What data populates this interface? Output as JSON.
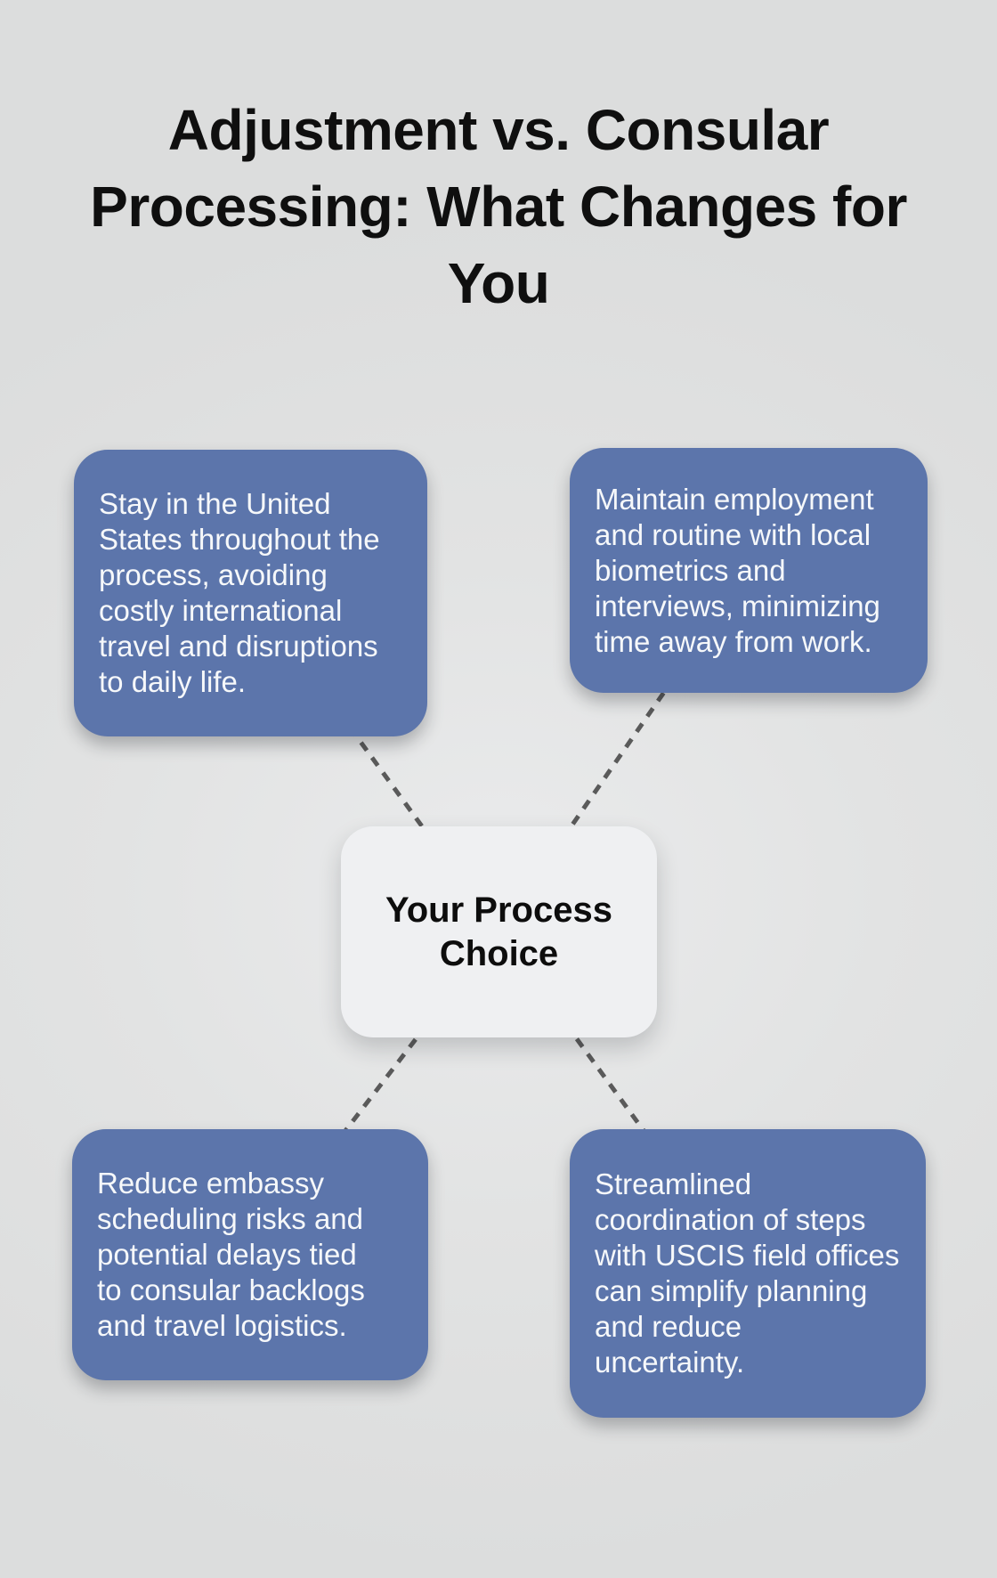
{
  "title": {
    "text": "Adjustment vs. Consular Processing: What Changes for You",
    "lines": [
      "Adjustment vs. Consular",
      "Processing: What Changes for",
      "You"
    ]
  },
  "center_node": {
    "text": "Your Process Choice",
    "lines": [
      "Your Process",
      "Choice"
    ]
  },
  "cards": {
    "top_left": {
      "text": "Stay in the United States throughout the process, avoiding costly international travel and disruptions to daily life.",
      "lines": [
        "Stay in the United",
        "States throughout the",
        "process, avoiding",
        "costly international",
        "travel and disruptions",
        "to daily life."
      ]
    },
    "top_right": {
      "text": "Maintain employment and routine with local biometrics and interviews, minimizing time away from work.",
      "lines": [
        "Maintain employment",
        "and routine with local",
        "biometrics and",
        "interviews, minimizing",
        "time away from work."
      ]
    },
    "bottom_left": {
      "text": "Reduce embassy scheduling risks and potential delays tied to consular backlogs and travel logistics.",
      "lines": [
        "Reduce embassy",
        "scheduling risks and",
        "potential delays tied",
        "to consular backlogs",
        "and travel logistics."
      ]
    },
    "bottom_right": {
      "text": "Streamlined coordination of steps with USCIS field offices can simplify planning and reduce uncertainty.",
      "lines": [
        "Streamlined",
        "coordination of steps",
        "with USCIS field offices",
        "can simplify planning",
        "and reduce",
        "uncertainty."
      ]
    }
  },
  "colors": {
    "background": "#dfe0e0",
    "card_fill": "#5c75ab",
    "card_text": "#f6f8fa",
    "center_fill": "#eff0f2",
    "center_text": "#0d0d0d",
    "title_text": "#0f0f0f",
    "connector": "#5a5a5a"
  }
}
